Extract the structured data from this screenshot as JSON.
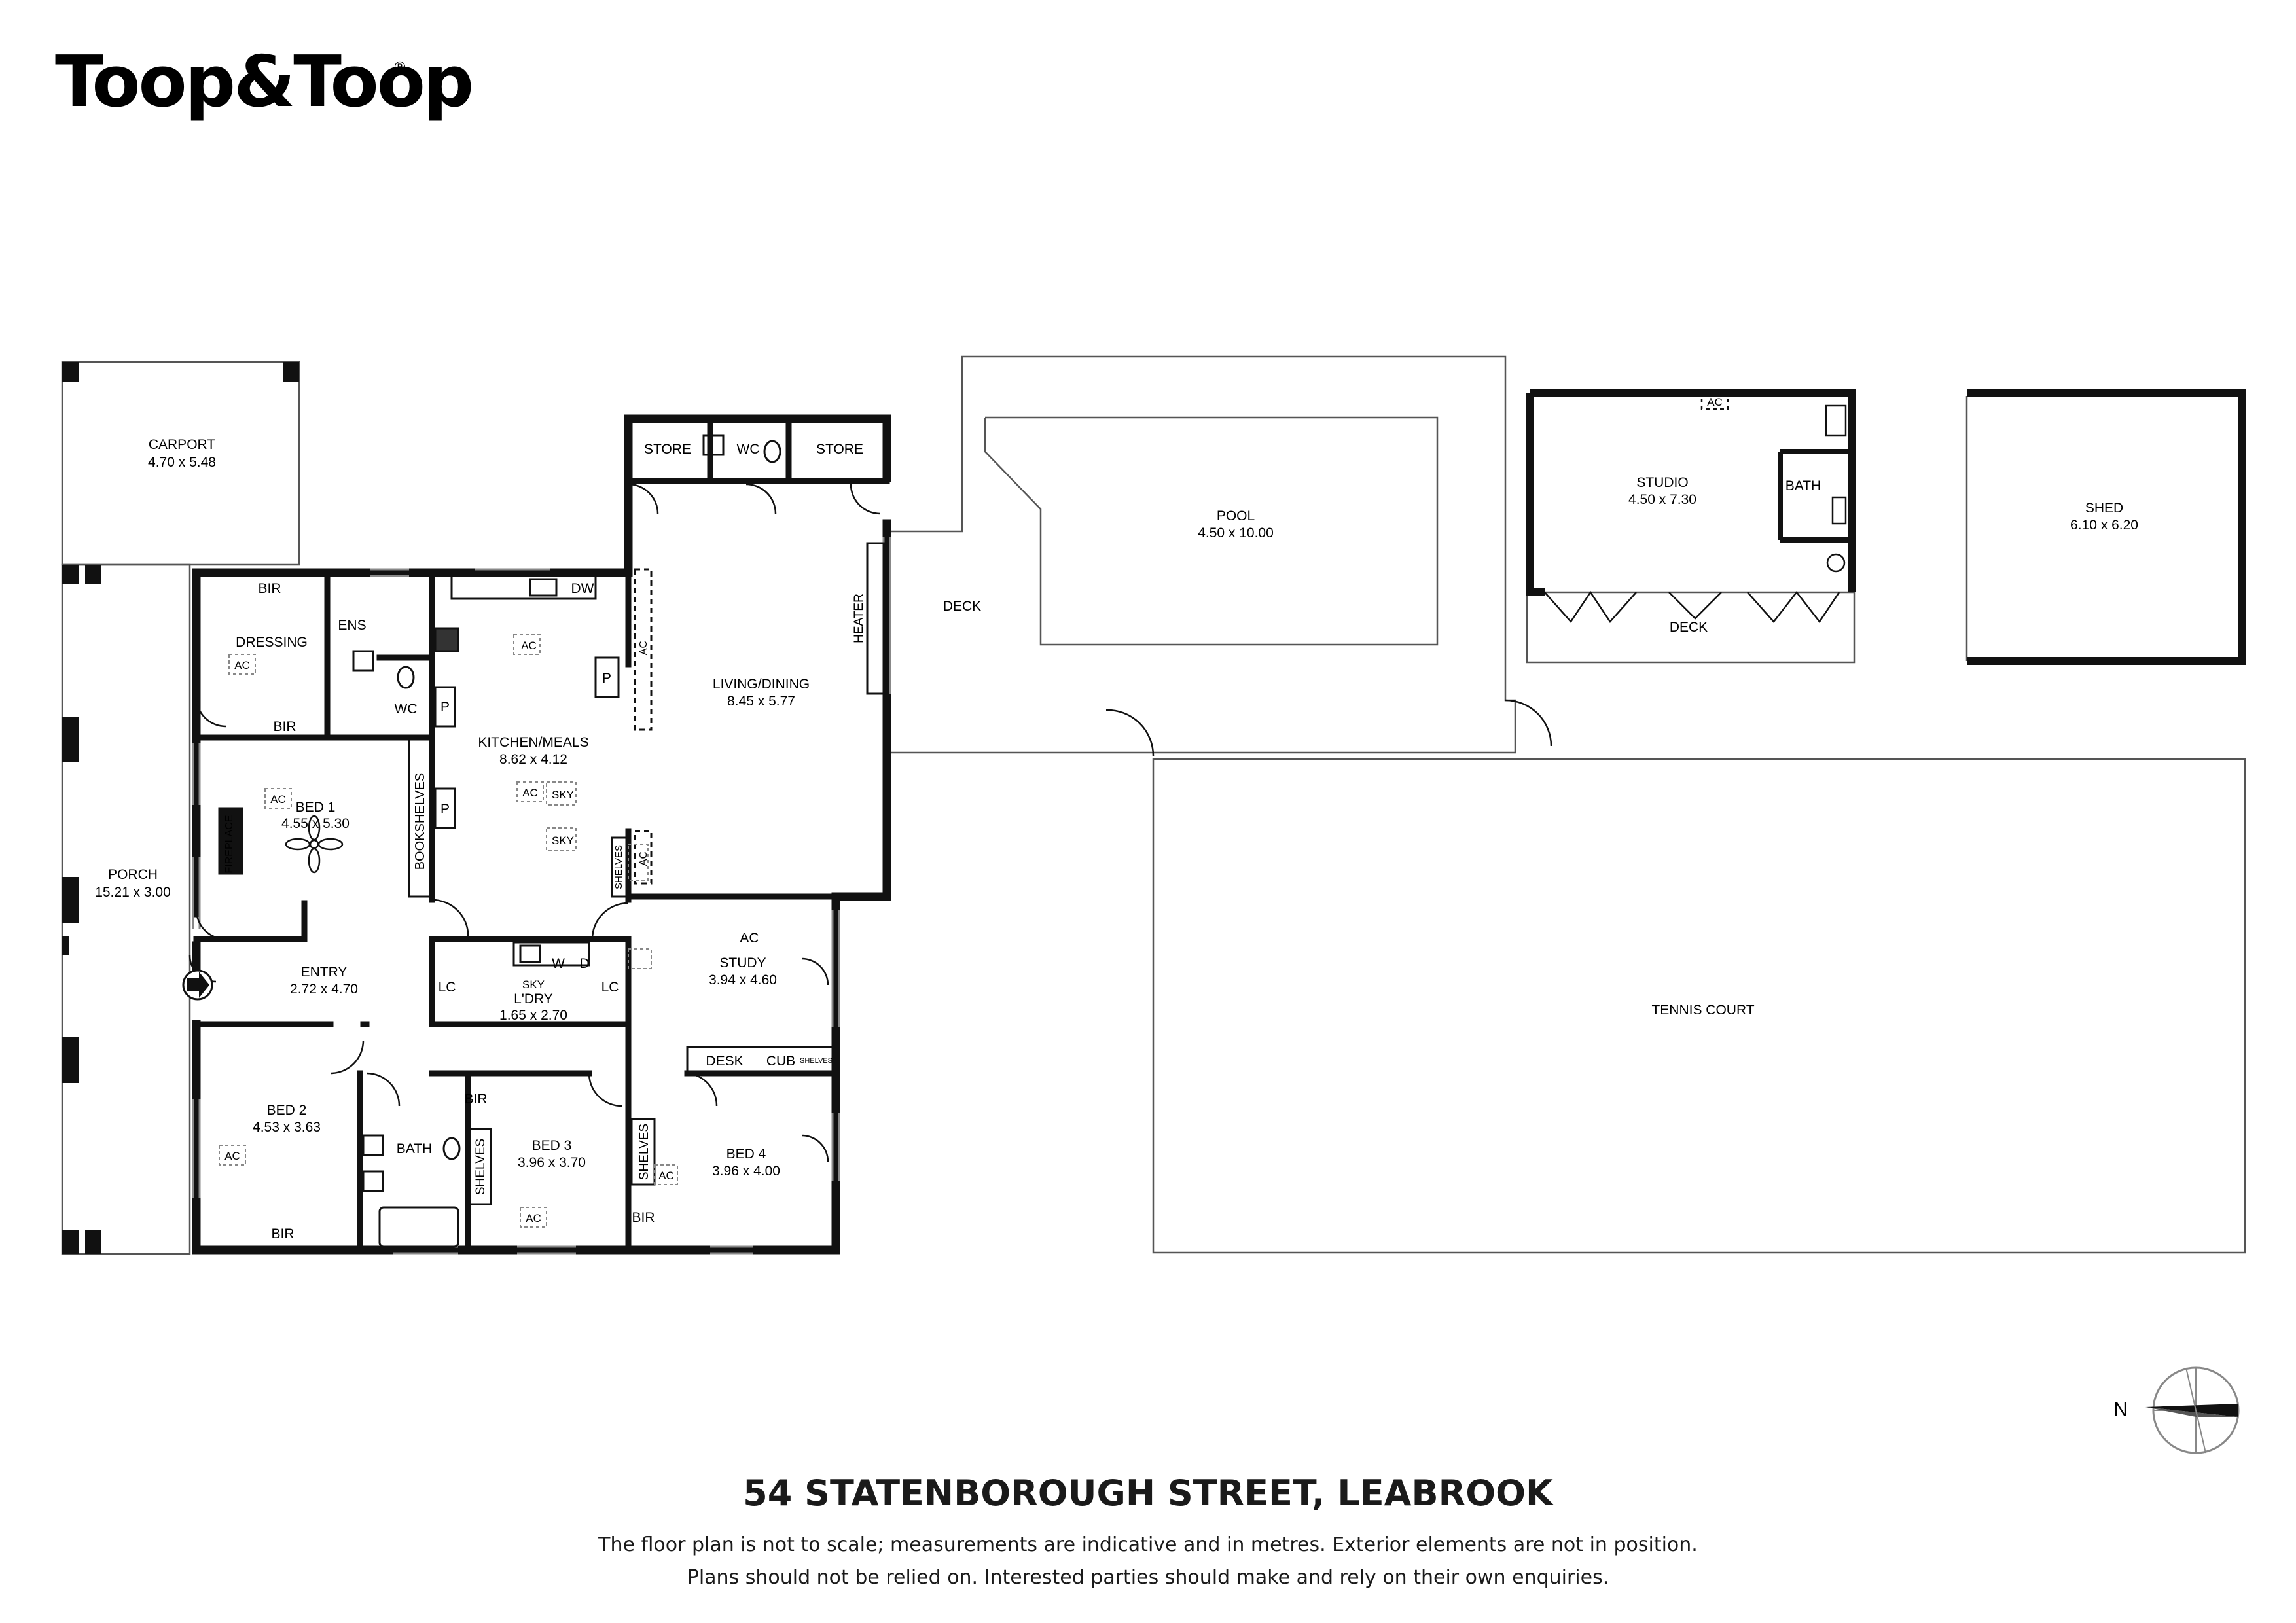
{
  "brand": {
    "name": "Toop&Toop",
    "mark": "®"
  },
  "address": "54 STATENBOROUGH STREET, LEABROOK",
  "disclaimer": {
    "line1": "The floor plan is not to scale; measurements are indicative and in metres. Exterior elements are not in position.",
    "line2": "Plans should not be relied on. Interested parties should make and rely on their own enquiries."
  },
  "compass": {
    "north": "N"
  },
  "rooms": {
    "carport": {
      "name": "CARPORT",
      "size": "4.70 x 5.48"
    },
    "porch": {
      "name": "PORCH",
      "size": "15.21 x 3.00"
    },
    "dressing": {
      "name": "DRESSING"
    },
    "ens": {
      "name": "ENS"
    },
    "wc_ens": {
      "name": "WC"
    },
    "bir_top": {
      "name": "BIR"
    },
    "bir_dress": {
      "name": "BIR"
    },
    "bed1": {
      "name": "BED 1",
      "size": "4.55 x 5.30"
    },
    "fireplace": {
      "name": "FIREPLACE"
    },
    "bookshelves": {
      "name": "BOOKSHELVES"
    },
    "kitchen": {
      "name": "KITCHEN/MEALS",
      "size": "8.62 x 4.12"
    },
    "dw": {
      "name": "DW"
    },
    "pantry1": {
      "name": "P"
    },
    "pantry2": {
      "name": "P"
    },
    "pantry3": {
      "name": "P"
    },
    "sky1": {
      "name": "SKY"
    },
    "sky2": {
      "name": "SKY"
    },
    "store1": {
      "name": "STORE"
    },
    "store2": {
      "name": "STORE"
    },
    "wc_top": {
      "name": "WC"
    },
    "living": {
      "name": "LIVING/DINING",
      "size": "8.45 x 5.77"
    },
    "heater": {
      "name": "HEATER"
    },
    "shelves_k": {
      "name": "SHELVES"
    },
    "entry": {
      "name": "ENTRY",
      "size": "2.72 x 4.70"
    },
    "lc1": {
      "name": "LC"
    },
    "lc2": {
      "name": "LC"
    },
    "laundry": {
      "name": "L'DRY",
      "size": "1.65 x 2.70"
    },
    "washer": {
      "name": "W"
    },
    "dryer": {
      "name": "D"
    },
    "sky_l": {
      "name": "SKY"
    },
    "study": {
      "name": "STUDY",
      "size": "3.94 x 4.60",
      "ac": "AC"
    },
    "desk": {
      "name": "DESK"
    },
    "cub": {
      "name": "CUB"
    },
    "shelves_s": {
      "name": "SHELVES"
    },
    "bed2": {
      "name": "BED 2",
      "size": "4.53 x 3.63"
    },
    "bir_bed2": {
      "name": "BIR"
    },
    "bath": {
      "name": "BATH"
    },
    "bir_b3": {
      "name": "BIR"
    },
    "shelves_b3": {
      "name": "SHELVES"
    },
    "bed3": {
      "name": "BED 3",
      "size": "3.96 x 3.70"
    },
    "shelves_b4": {
      "name": "SHELVES"
    },
    "bir_b4": {
      "name": "BIR"
    },
    "bed4": {
      "name": "BED 4",
      "size": "3.96 x 4.00"
    },
    "deck_main": {
      "name": "DECK"
    },
    "pool": {
      "name": "POOL",
      "size": "4.50 x 10.00"
    },
    "studio": {
      "name": "STUDIO",
      "size": "4.50 x 7.30"
    },
    "studio_bath": {
      "name": "BATH"
    },
    "studio_ac": {
      "name": "AC"
    },
    "deck_studio": {
      "name": "DECK"
    },
    "shed": {
      "name": "SHED",
      "size": "6.10 x 6.20"
    },
    "tennis": {
      "name": "TENNIS COURT"
    }
  },
  "ac_units": [
    "AC",
    "AC",
    "AC",
    "AC",
    "AC",
    "AC",
    "AC",
    "AC",
    "AC"
  ]
}
